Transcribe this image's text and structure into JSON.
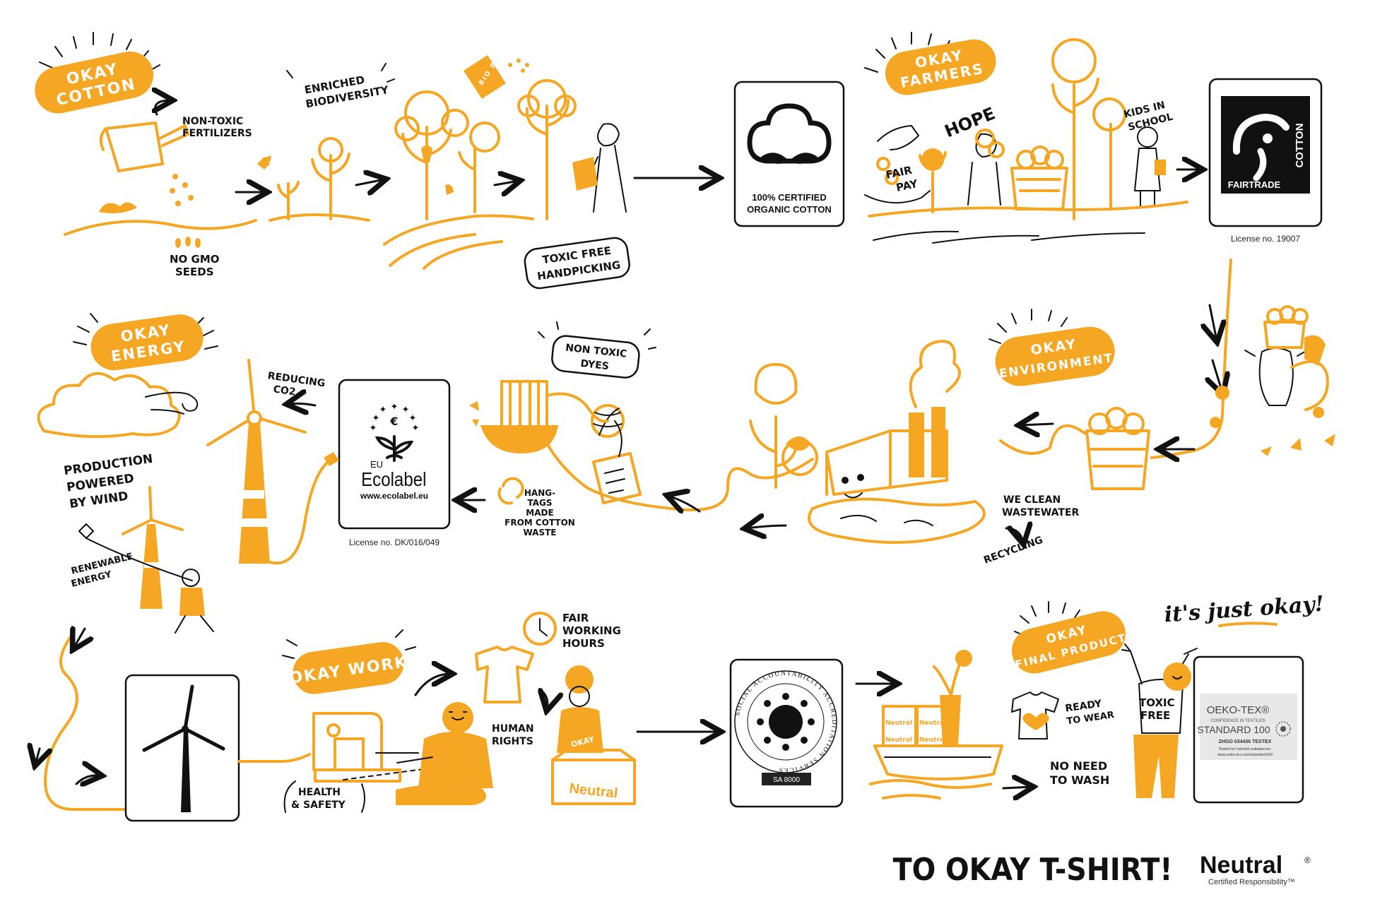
{
  "colors": {
    "accent": "#F5A623",
    "ink": "#111111",
    "background": "#FFFFFF"
  },
  "stages": {
    "cotton": {
      "title_line1": "OKAY",
      "title_line2": "COTTON",
      "notes": {
        "fertilizers_line1": "NON-TOXIC",
        "fertilizers_line2": "FERTILIZERS",
        "seeds_line1": "NO GMO",
        "seeds_line2": "SEEDS",
        "biodiversity_line1": "ENRICHED",
        "biodiversity_line2": "BIODIVERSITY",
        "bio_pesticide": "BIO PESTICIDE",
        "handpicking_line1": "TOXIC FREE",
        "handpicking_line2": "HANDPICKING"
      }
    },
    "farmers": {
      "title_line1": "OKAY",
      "title_line2": "FARMERS",
      "notes": {
        "hope": "HOPE",
        "fair_pay_line1": "FAIR",
        "fair_pay_line2": "PAY",
        "kids_line1": "KIDS IN",
        "kids_line2": "SCHOOL"
      }
    },
    "environment": {
      "title_line1": "OKAY",
      "title_line2": "ENVIRONMENT",
      "notes": {
        "wastewater_line1": "WE CLEAN",
        "wastewater_line2": "WASTEWATER",
        "recycling": "RECYCLING",
        "dyes_line1": "NON TOXIC",
        "dyes_line2": "DYES",
        "hangtags_line1": "HANG-",
        "hangtags_line2": "TAGS",
        "hangtags_line3": "MADE",
        "hangtags_line4": "FROM COTTON",
        "hangtags_line5": "WASTE"
      }
    },
    "energy": {
      "title_line1": "OKAY",
      "title_line2": "ENERGY",
      "notes": {
        "co2_line1": "REDUCING",
        "co2_line2": "CO2",
        "wind_line1": "PRODUCTION",
        "wind_line2": "POWERED",
        "wind_line3": "BY WIND",
        "renewable_line1": "RENEWABLE",
        "renewable_line2": "ENERGY"
      }
    },
    "work": {
      "title": "OKAY WORK",
      "notes": {
        "hours_line1": "FAIR",
        "hours_line2": "WORKING",
        "hours_line3": "HOURS",
        "rights_line1": "HUMAN",
        "rights_line2": "RIGHTS",
        "health_line1": "HEALTH",
        "health_line2": "& SAFETY",
        "box_okay": "OKAY",
        "box_brand": "Neutral"
      }
    },
    "final": {
      "title_line1": "OKAY",
      "title_line2": "FINAL PRODUCT",
      "notes": {
        "ready_line1": "READY",
        "ready_line2": "TO WEAR",
        "wash_line1": "NO NEED",
        "wash_line2": "TO WASH",
        "toxic_line1": "TOXIC",
        "toxic_line2": "FREE",
        "box_brand": "Neutral"
      }
    }
  },
  "certifications": {
    "organic": {
      "line1": "100% CERTIFIED",
      "line2": "ORGANIC COTTON"
    },
    "fairtrade": {
      "name": "FAIRTRADE",
      "product": "COTTON",
      "license": "License no. 19007"
    },
    "ecolabel": {
      "eu": "EU",
      "name": "Ecolabel",
      "url": "www.ecolabel.eu",
      "license": "License no. DK/016/049"
    },
    "sa8000": {
      "ring_text": "SOCIAL ACCOUNTABILITY ACCREDITATION SERVICES",
      "code": "SA 8000"
    },
    "oekotex": {
      "name": "OEKO-TEX®",
      "tagline": "CONFIDENCE IN TEXTILES",
      "standard": "STANDARD 100",
      "code": "ZHGO 034436 TESTEX",
      "tested": "Tested for harmful substances.",
      "url": "www.oeko-tex.com/standard100"
    }
  },
  "slogan": "it's just okay!",
  "footer": {
    "headline": "TO OKAY T-SHIRT!",
    "brand": "Neutral",
    "brand_mark": "®",
    "tagline": "Certified Responsibility™"
  }
}
